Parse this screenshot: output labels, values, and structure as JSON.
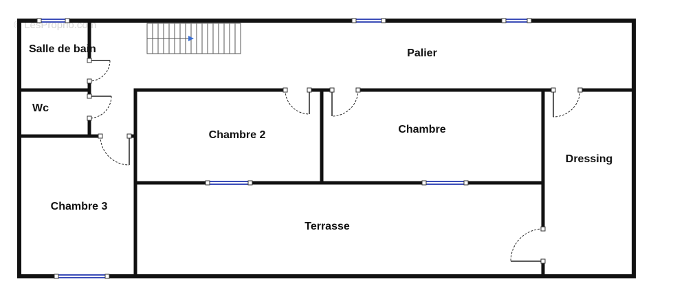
{
  "watermark": "© LesProprio.com",
  "rooms": {
    "salle_de_bain": "Salle de bain",
    "palier": "Palier",
    "wc": "Wc",
    "chambre_2": "Chambre 2",
    "chambre": "Chambre",
    "dressing": "Dressing",
    "chambre_3": "Chambre 3",
    "terrasse": "Terrasse"
  },
  "colors": {
    "wall": "#111111",
    "window": "#3b4db8",
    "stair_arrow": "#3b6fd1"
  }
}
